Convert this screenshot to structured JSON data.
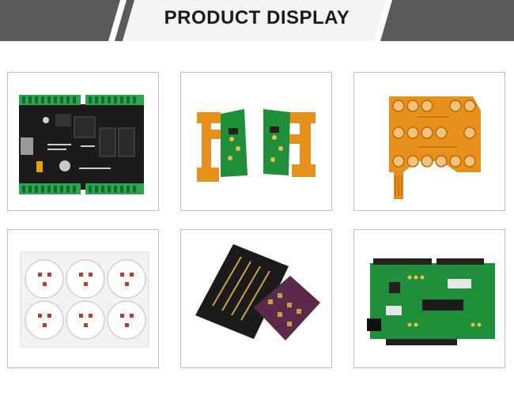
{
  "header": {
    "title": "PRODUCT DISPLAY"
  },
  "products": [
    {
      "icon": "black-controller-pcb-with-green-terminal-blocks"
    },
    {
      "icon": "orange-flex-pcb-with-green-rigid-sections"
    },
    {
      "icon": "orange-flexible-pcb-circuit"
    },
    {
      "icon": "white-aluminum-led-pcb-panel"
    },
    {
      "icon": "black-and-purple-pcb-panels"
    },
    {
      "icon": "green-arduino-shield-pcb"
    }
  ],
  "colors": {
    "banner_gray": "#5a5a5a",
    "banner_light": "#f4f4f4",
    "tile_border": "#bdbdbd",
    "pcb_green": "#1f8f3a",
    "flex_orange": "#e8901c",
    "pcb_black": "#1b1b1b",
    "pcb_purple": "#5b2a4a"
  }
}
